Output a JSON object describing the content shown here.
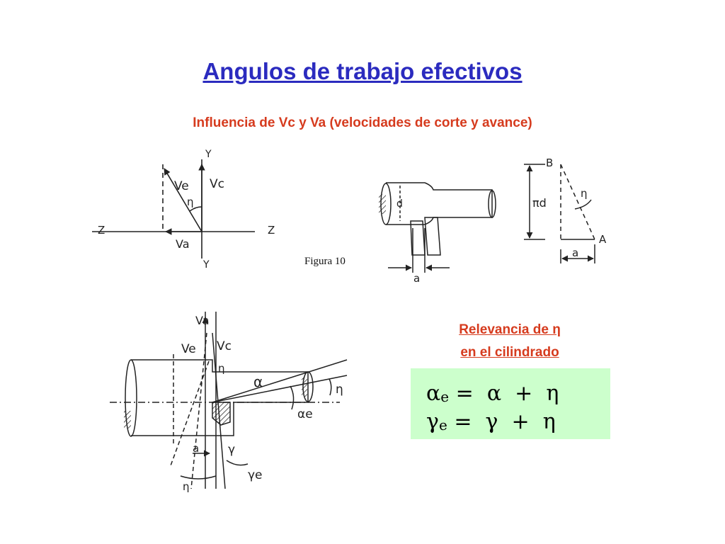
{
  "title": "Angulos de trabajo efectivos",
  "subtitle": "Influencia de Vc  y  Va  (velocidades de corte y avance)",
  "figure1": {
    "axis_y_top": "Y",
    "axis_y_bottom": "Y",
    "axis_z_left": "Z",
    "axis_z_right": "Z",
    "ve": "Ve",
    "vc": "Vc",
    "va": "Va",
    "eta": "η"
  },
  "figure2": {
    "caption": "Figura 10",
    "d": "d",
    "a": "a"
  },
  "figure3": {
    "b": "B",
    "a_point": "A",
    "pid": "πd",
    "eta": "η",
    "a": "a"
  },
  "figure4": {
    "va": "Va",
    "ve": "Ve",
    "vc": "Vc",
    "eta1": "η",
    "alpha": "α",
    "alpha_e": "αe",
    "eta2": "η",
    "a": "a",
    "gamma": "γ",
    "gamma_e": "γe",
    "eta3": "η"
  },
  "relevance": {
    "line1": "Relevancia de  η",
    "line2": "en el cilindrado"
  },
  "formula": {
    "line1_lhs": "α",
    "line1_sub": "e",
    "line1_rhs": " =  α  +  η",
    "line2_lhs": "γ",
    "line2_sub": "e",
    "line2_rhs": " =  γ  +  η"
  },
  "colors": {
    "title": "#2b2bbf",
    "subtitle": "#d63b1e",
    "formula_bg": "#ccffcc"
  }
}
